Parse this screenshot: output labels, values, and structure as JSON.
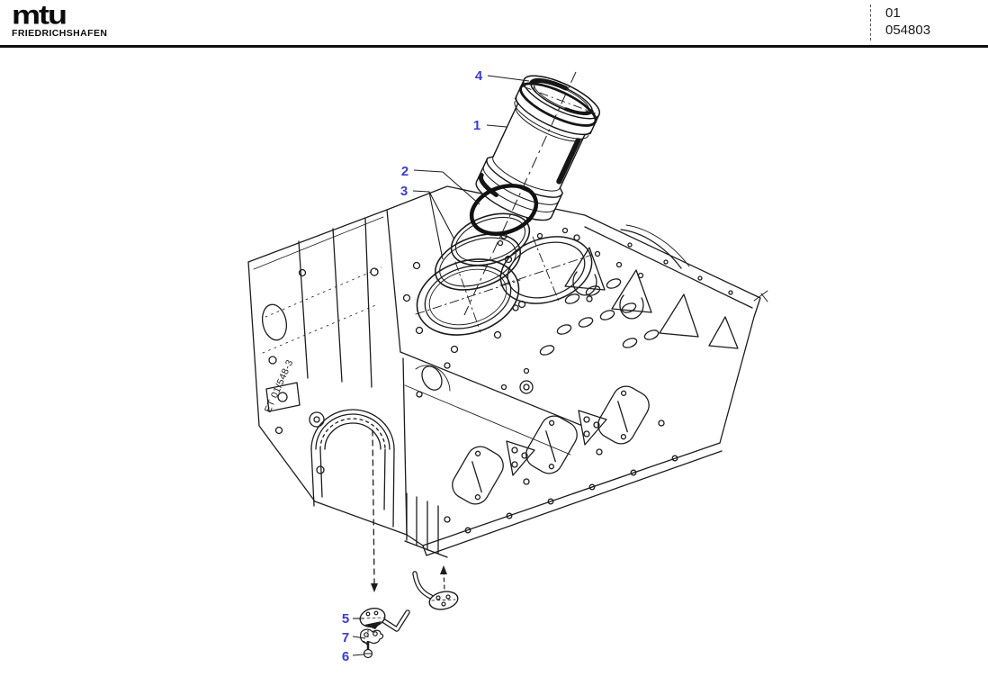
{
  "header": {
    "brand": "mtu",
    "brand_sub": "FRIEDRICHSHAFEN",
    "sheet_no": "01",
    "doc_no": "054803"
  },
  "drawing": {
    "ref_code": "ET 01/548-3",
    "callouts": [
      {
        "label": "1"
      },
      {
        "label": "2"
      },
      {
        "label": "3"
      },
      {
        "label": "4"
      },
      {
        "label": "5"
      },
      {
        "label": "6"
      },
      {
        "label": "7"
      }
    ]
  },
  "colors": {
    "callout": "#3c3cd0",
    "line": "#1d1d1d"
  }
}
